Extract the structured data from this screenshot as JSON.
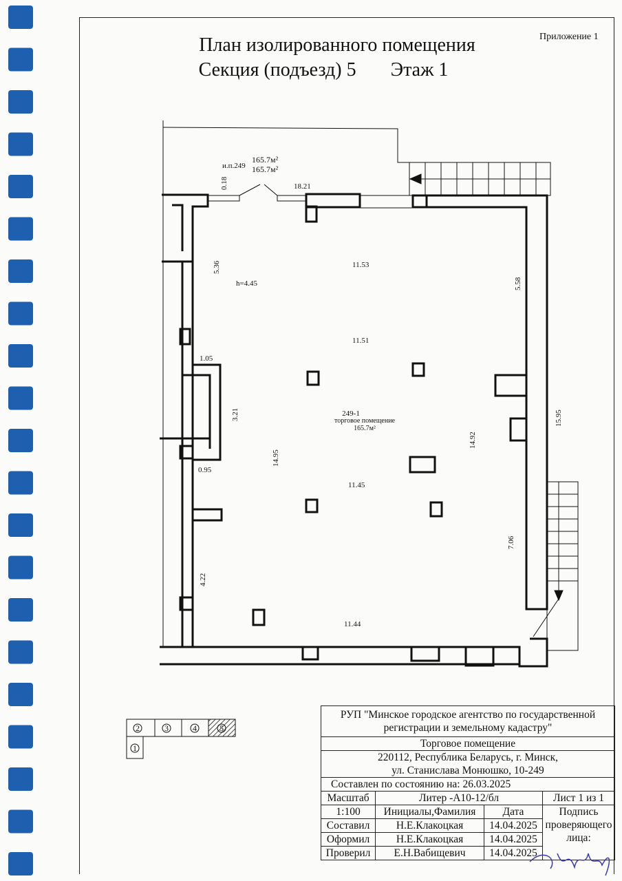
{
  "header": {
    "appendix": "Приложение 1",
    "title_line1": "План изолированного помещения",
    "section": "Секция (подъезд) 5",
    "floor": "Этаж 1"
  },
  "plan": {
    "unit_label": "и.п.249",
    "area_total": "165.7м²",
    "area_living": "165.7м²",
    "room_number": "249-1",
    "room_name": "торговое помещение",
    "room_area": "165.7м²",
    "height": "h=4.45",
    "dims": {
      "d018": "0.18",
      "d1821": "18.21",
      "d536": "5.36",
      "d1153": "11.53",
      "d558": "5.58",
      "d1151": "11.51",
      "d105": "1.05",
      "d321": "3.21",
      "d1495": "14.95",
      "d1492": "14.92",
      "d1595": "15.95",
      "d095": "0.95",
      "d1145": "11.45",
      "d706": "7.06",
      "d422": "4.22",
      "d1144": "11.44"
    }
  },
  "key": {
    "sections": [
      "1",
      "2",
      "3",
      "4",
      "5"
    ],
    "highlighted": "5"
  },
  "titleblock": {
    "org": "РУП \"Минское городское агентство по государственной регистрации и земельному кадастру\"",
    "object": "Торговое помещение",
    "address1": "220112, Республика Беларусь, г. Минск,",
    "address2": "ул. Станислава Монюшко, 10-249",
    "as_of": "Составлен по состоянию на: 26.03.2025",
    "scale_label": "Масштаб",
    "liter": "Литер -А10-12/бл",
    "sheet": "Лист 1 из 1",
    "scale": "1:100",
    "names_header": "Инициалы,Фамилия",
    "date_header": "Дата",
    "signature_label": "Подпись проверяющего лица:",
    "rows": [
      {
        "role": "Составил",
        "name": "Н.Е.Клакоцкая",
        "date": "14.04.2025"
      },
      {
        "role": "Оформил",
        "name": "Н.Е.Клакоцкая",
        "date": "14.04.2025"
      },
      {
        "role": "Проверил",
        "name": "Е.Н.Вабищевич",
        "date": "14.04.2025"
      }
    ]
  },
  "colors": {
    "binding": "#1f5fb0",
    "ink": "#111111"
  }
}
